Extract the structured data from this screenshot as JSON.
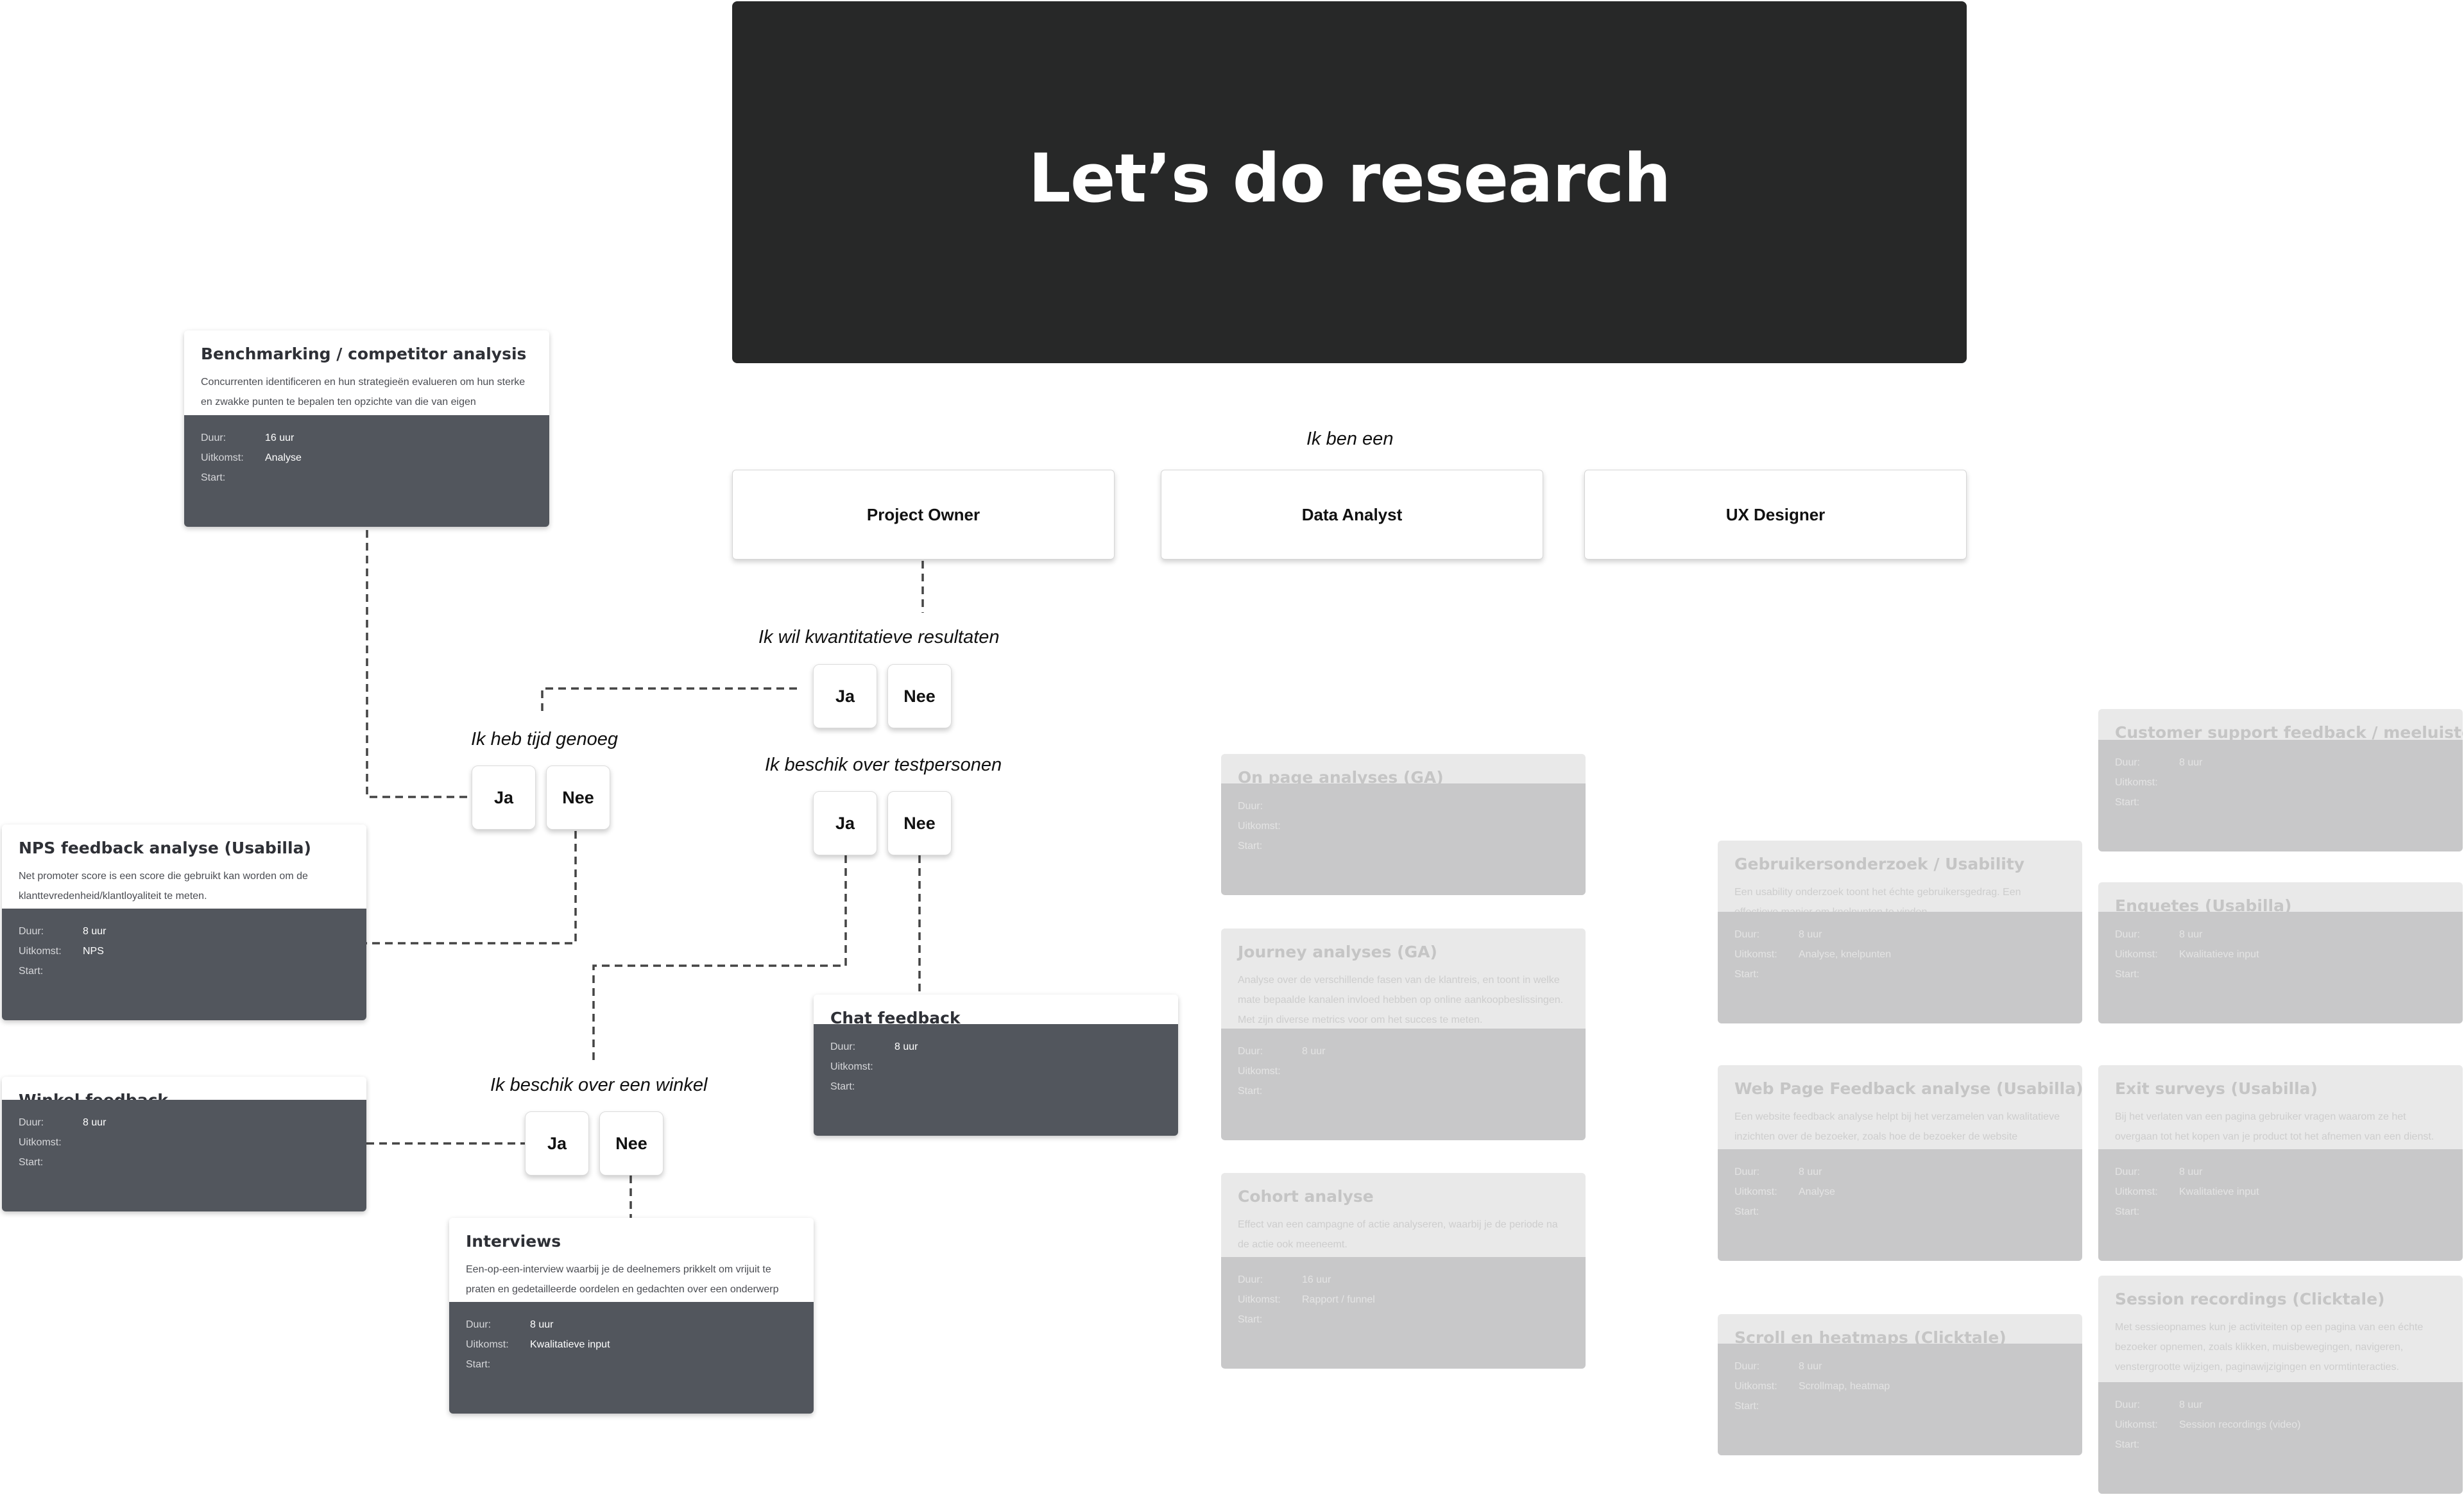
{
  "title": "Let’s do research",
  "questions": {
    "role": "Ik ben een",
    "quantitative": "Ik wil kwantitatieve resultaten",
    "time": "Ik heb tijd genoeg",
    "testers": "Ik beschik over testpersonen",
    "store": "Ik beschik over een winkel"
  },
  "roles": [
    "Project Owner",
    "Data Analyst",
    "UX Designer"
  ],
  "answers": {
    "yes": "Ja",
    "no": "Nee"
  },
  "labels": {
    "duration": "Duur:",
    "outcome": "Uitkomst:",
    "start": "Start:"
  },
  "cards": {
    "benchmarking": {
      "title": "Benchmarking / competitor analysis",
      "desc": "Concurrenten identificeren en hun strategieën evalueren om hun sterke en zwakke punten te bepalen ten opzichte van die van eigen producten/diensten",
      "duration": "16 uur",
      "outcome": "Analyse",
      "start": ""
    },
    "nps": {
      "title": "NPS feedback analyse (Usabilla)",
      "desc": "Net promoter score is een score die gebruikt kan worden om de klanttevredenheid/klantloyaliteit te meten.",
      "duration": "8 uur",
      "outcome": "NPS",
      "start": ""
    },
    "winkel": {
      "title": "Winkel feedback",
      "desc": "",
      "duration": "8 uur",
      "outcome": "",
      "start": ""
    },
    "interviews": {
      "title": "Interviews",
      "desc": "Een-op-een-interview waarbij je de deelnemers prikkelt om vrijuit te praten en gedetailleerde oordelen en gedachten over een onderwerp naar voren te brengen.",
      "duration": "8 uur",
      "outcome": "Kwalitatieve input",
      "start": ""
    },
    "chat": {
      "title": "Chat feedback",
      "desc": "",
      "duration": "8 uur",
      "outcome": "",
      "start": ""
    },
    "onpage": {
      "title": "On page analyses (GA)",
      "desc": "",
      "duration": "",
      "outcome": "",
      "start": ""
    },
    "journey": {
      "title": "Journey analyses (GA)",
      "desc": "Analyse over de verschillende fasen van de klantreis, en toont in welke mate bepaalde kanalen invloed hebben op online aankoopbeslissingen. Met zijn diverse metrics voor om het succes te meten.",
      "duration": "8 uur",
      "outcome": "",
      "start": ""
    },
    "cohort": {
      "title": "Cohort analyse",
      "desc": "Effect van een campagne of actie analyseren, waarbij je de periode na de actie ook meeneemt.",
      "duration": "16 uur",
      "outcome": "Rapport / funnel",
      "start": ""
    },
    "gebruikers": {
      "title": "Gebruikersonderzoek / Usability",
      "desc": "Een usability onderzoek toont het échte gebruikersgedrag. Een effectieve manier om knelpunten te vinden.",
      "duration": "8 uur",
      "outcome": "Analyse, knelpunten",
      "start": ""
    },
    "webpage": {
      "title": "Web Page Feedback analyse (Usabilla)",
      "desc": "Een website feedback analyse helpt bij het verzamelen van kwalitatieve inzichten over de bezoeker, zoals hoe de bezoeker de website beoordeelt en waar hij problemen ervaart.",
      "duration": "8 uur",
      "outcome": "Analyse",
      "start": ""
    },
    "scroll": {
      "title": "Scroll en heatmaps (Clicktale)",
      "desc": "",
      "duration": "8 uur",
      "outcome": "Scrollmap, heatmap",
      "start": ""
    },
    "support": {
      "title": "Customer support feedback / meeluisteren",
      "desc": "",
      "duration": "8 uur",
      "outcome": "",
      "start": ""
    },
    "enquetes": {
      "title": "Enquetes (Usabilla)",
      "desc": "",
      "duration": "8 uur",
      "outcome": "Kwalitatieve input",
      "start": ""
    },
    "exit": {
      "title": "Exit surveys (Usabilla)",
      "desc": "Bij het verlaten van een pagina gebruiker vragen waarom ze het overgaan tot het kopen van je product tot het afnemen van een dienst.",
      "duration": "8 uur",
      "outcome": "Kwalitatieve input",
      "start": ""
    },
    "session": {
      "title": "Session recordings (Clicktale)",
      "desc": "Met sessieopnames kun je activiteiten op een pagina van een échte bezoeker opnemen, zoals klikken, muisbewegingen, navigeren, venstergrootte wijzigen, paginawijzigingen en vormtinteracties.",
      "duration": "8 uur",
      "outcome": "Session recordings (video)",
      "start": ""
    }
  }
}
